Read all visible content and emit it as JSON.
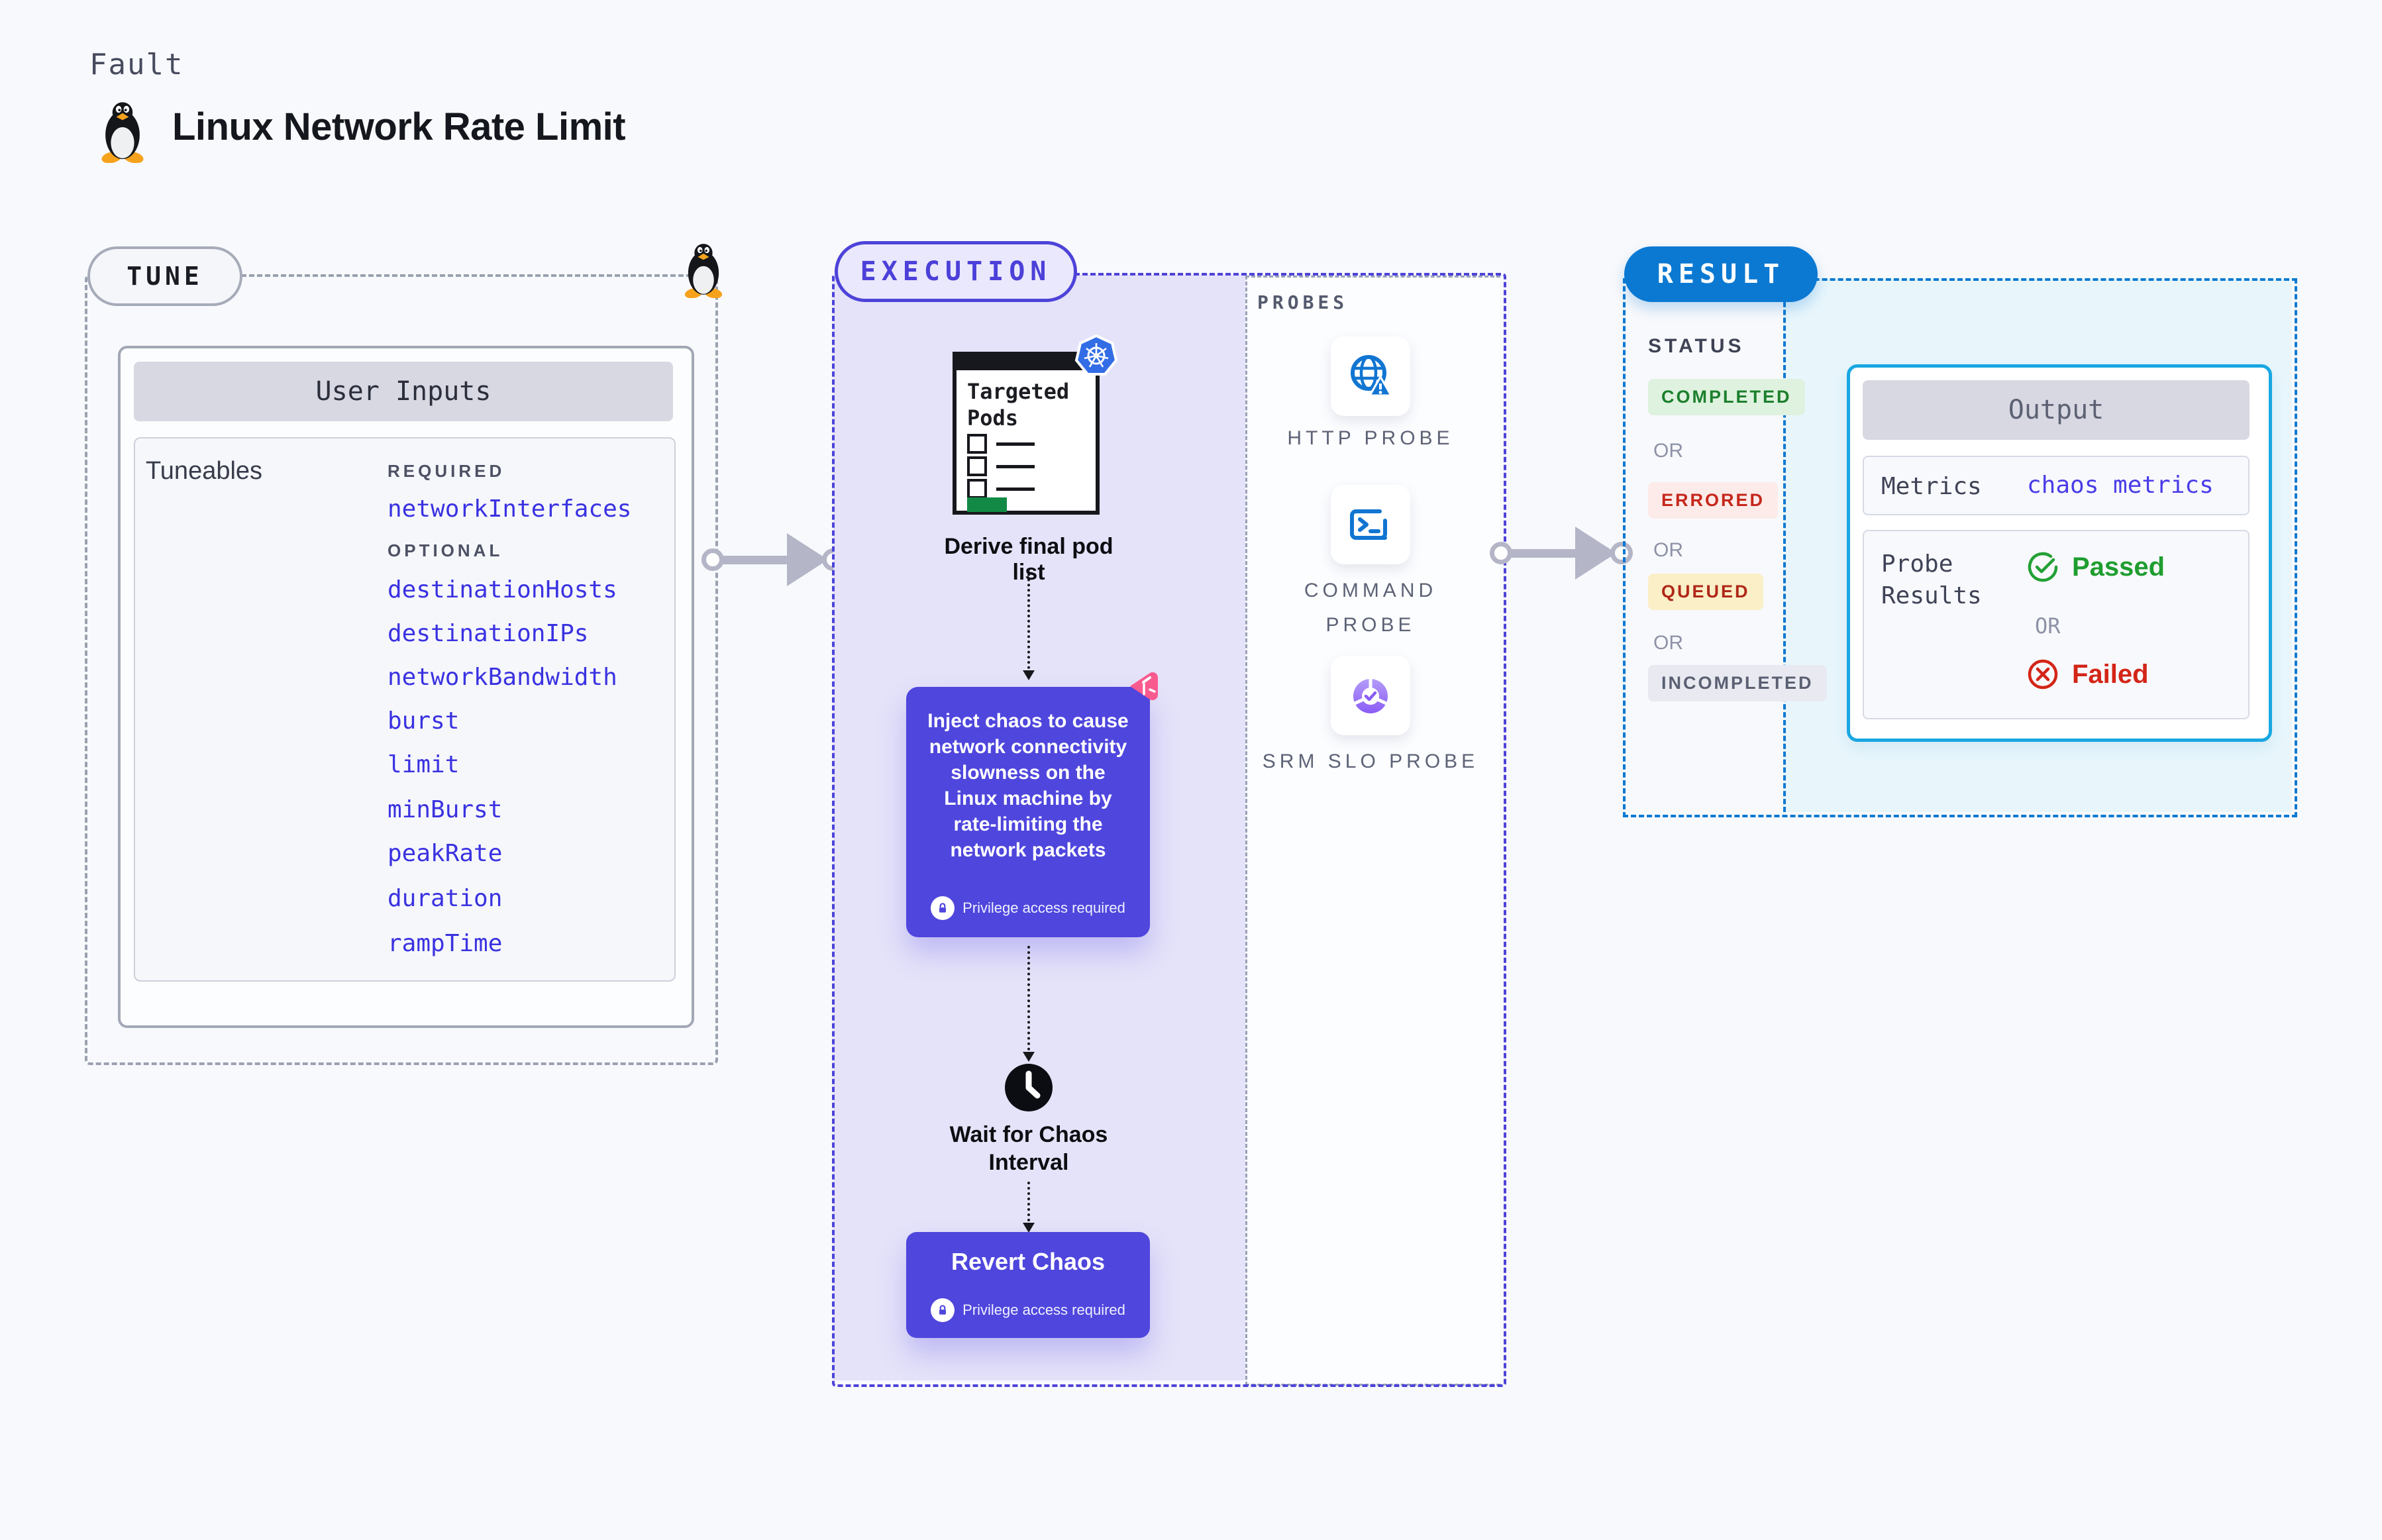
{
  "header": {
    "kicker": "Fault",
    "title": "Linux Network Rate Limit"
  },
  "tune": {
    "label": "TUNE",
    "card_title": "User Inputs",
    "panel_label": "Tuneables",
    "required_heading": "REQUIRED",
    "optional_heading": "OPTIONAL",
    "required_items": [
      "networkInterfaces"
    ],
    "optional_items": [
      "destinationHosts",
      "destinationIPs",
      "networkBandwidth",
      "burst",
      "limit",
      "minBurst",
      "peakRate",
      "duration",
      "rampTime"
    ]
  },
  "flow": {
    "execution_label": "EXECUTION",
    "targeted_pods_title": "Targeted Pods",
    "derive_step": "Derive final pod list",
    "inject_step": "Inject chaos to cause network connectivity slowness on the Linux machine by rate-limiting the network packets",
    "privilege_note": "Privilege access required",
    "wait_step": "Wait for Chaos Interval",
    "revert_step": "Revert Chaos"
  },
  "probes": {
    "label": "PROBES",
    "items": [
      {
        "name": "HTTP PROBE",
        "icon": "globe-warning-icon"
      },
      {
        "name": "COMMAND PROBE",
        "icon": "terminal-icon"
      },
      {
        "name": "SRM SLO PROBE",
        "icon": "slo-donut-icon"
      }
    ]
  },
  "result": {
    "label": "RESULT",
    "status_heading": "STATUS",
    "or_label": "OR",
    "statuses": [
      {
        "text": "COMPLETED",
        "color": "#1c7f2c",
        "background": "#def2df"
      },
      {
        "text": "ERRORED",
        "color": "#c6271b",
        "background": "#fcebe9"
      },
      {
        "text": "QUEUED",
        "color": "#b02718",
        "background": "#faefc7"
      },
      {
        "text": "INCOMPLETED",
        "color": "#5a5f72",
        "background": "#e9eaf1"
      }
    ],
    "output": {
      "title": "Output",
      "metrics_label": "Metrics",
      "metrics_value": "chaos metrics",
      "probe_results_label": "Probe Results",
      "passed_label": "Passed",
      "failed_label": "Failed"
    }
  },
  "colors": {
    "accent_indigo": "#4d43d9",
    "accent_blue": "#0b79d2",
    "output_border_cyan": "#18a7e1",
    "chaos_purple": "#4f46dd",
    "passed_green": "#1f9d2f",
    "failed_red": "#d32517",
    "kubernetes_blue": "#326de6",
    "litmus_pink": "#fa5b8f",
    "execution_fill": "#e5e3f9",
    "result_fill": "#e8f6fc"
  }
}
